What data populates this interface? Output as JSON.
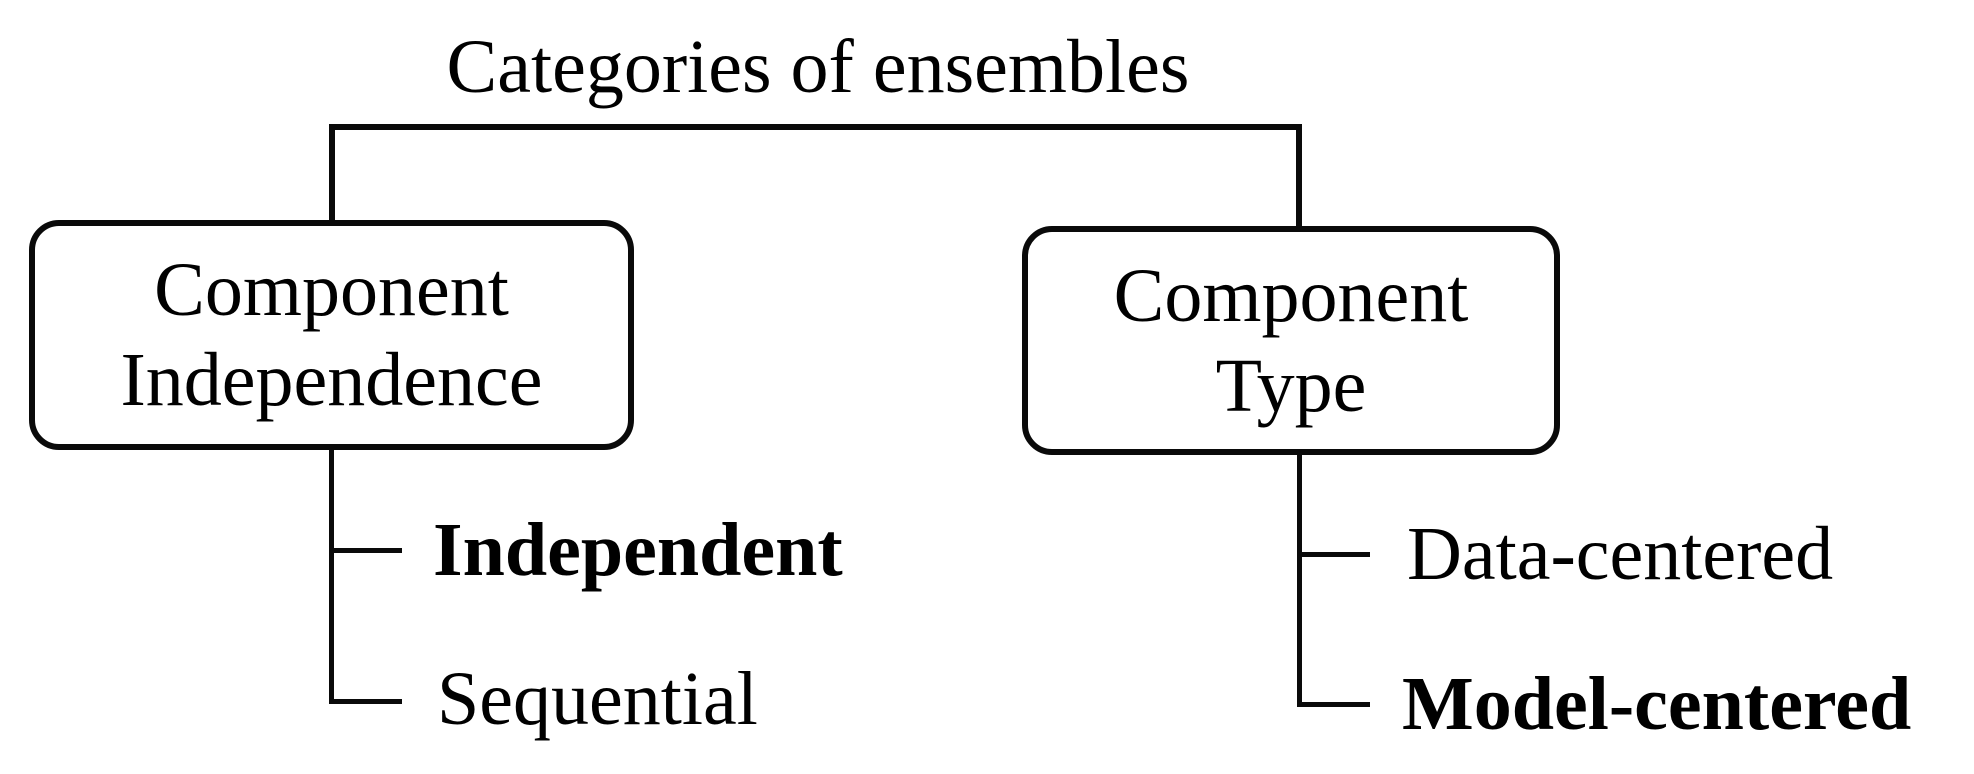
{
  "diagram": {
    "title": "Categories of ensembles",
    "colors": {
      "line": "#0a0a0a",
      "background": "#ffffff",
      "text": "#000000"
    },
    "nodes": {
      "left": {
        "label_line1": "Component",
        "label_line2": "Independence",
        "children": [
          {
            "label": "Independent",
            "emphasis": "bold"
          },
          {
            "label": "Sequential",
            "emphasis": "normal"
          }
        ]
      },
      "right": {
        "label_line1": "Component",
        "label_line2": "Type",
        "children": [
          {
            "label": "Data-centered",
            "emphasis": "normal"
          },
          {
            "label": "Model-centered",
            "emphasis": "bold"
          }
        ]
      }
    }
  }
}
